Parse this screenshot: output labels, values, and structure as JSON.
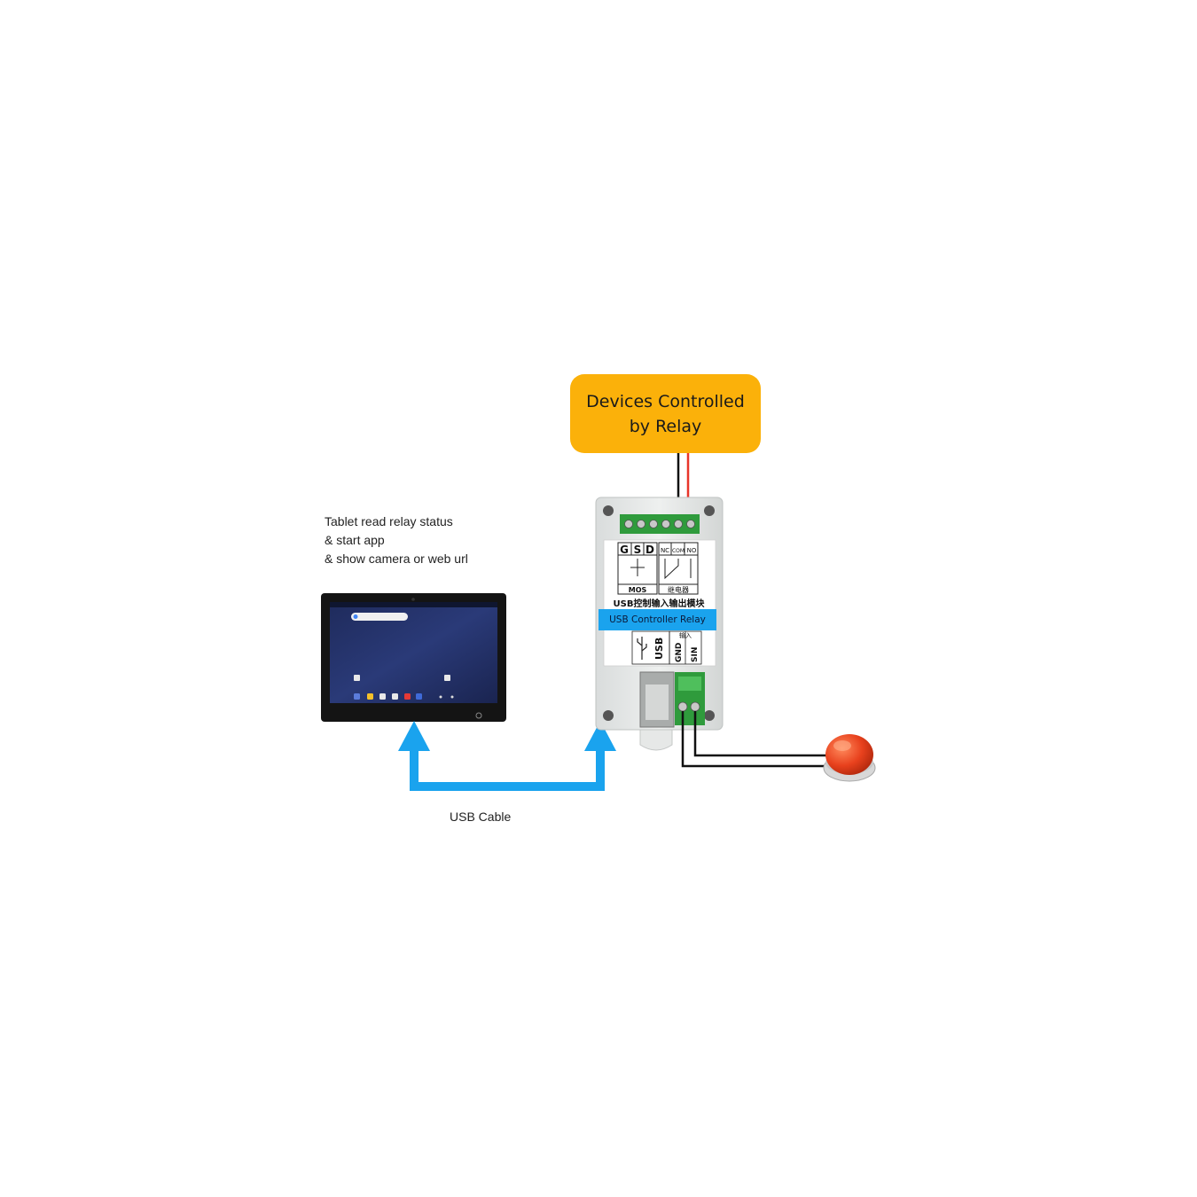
{
  "devices_box": {
    "line1": "Devices Controlled",
    "line2": "by Relay"
  },
  "tablet_caption": {
    "line1": "Tablet read relay status",
    "line2": "& start app",
    "line3": "& show camera or web url"
  },
  "usb_cable_label": "USB Cable",
  "relay_module": {
    "banner": "USB Controller Relay",
    "module_title": "USB控制输入输出模块",
    "mos_pins": [
      "G",
      "S",
      "D"
    ],
    "mos_label": "MOS",
    "relay_pins": [
      "NC",
      "COM",
      "NO"
    ],
    "relay_label": "继电器",
    "usb_label": "USB",
    "input_label": "输入",
    "gnd_label": "GND",
    "sin_label": "SIN"
  },
  "colors": {
    "orange_box": "#fbb10a",
    "usb_arrow": "#1aa3ee",
    "relay_banner": "#1aa3ee",
    "wire_red": "#e8352a",
    "wire_black": "#111111",
    "button_red": "#e8411d",
    "terminal_green": "#2f9b3c"
  },
  "icons": {
    "tablet": "tablet-icon",
    "relay": "relay-module-icon",
    "push_button": "push-button-icon",
    "usb_symbol": "usb-icon"
  }
}
